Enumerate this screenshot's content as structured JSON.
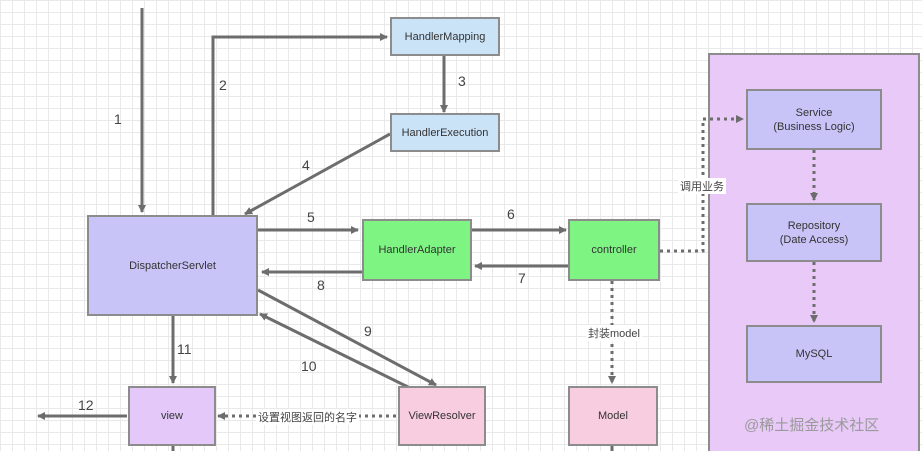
{
  "colors": {
    "blue_box": "#cbe3f7",
    "purple_box": "#c8c4f7",
    "green_box": "#7ef483",
    "lilac_box": "#e3c8f9",
    "pink_box": "#f9cde0",
    "container": "#e8c9f8",
    "arrow": "#6d6d6d"
  },
  "nodes": {
    "handler_mapping": "HandlerMapping",
    "handler_execution": "HandlerExecution",
    "dispatcher_servlet": "DispatcherServlet",
    "handler_adapter": "HandlerAdapter",
    "controller": "controller",
    "view_resolver": "ViewResolver",
    "view": "view",
    "model": "Model",
    "service": [
      "Service",
      "(Business Logic)"
    ],
    "repository": [
      "Repository",
      "(Date Access)"
    ],
    "mysql": "MySQL"
  },
  "step_labels": [
    "1",
    "2",
    "3",
    "4",
    "5",
    "6",
    "7",
    "8",
    "9",
    "10",
    "11",
    "12"
  ],
  "connector_labels": {
    "call_business": "调用业务",
    "wrap_model": "封装model",
    "set_view_name": "设置视图返回的名字"
  },
  "watermark": "@稀土掘金技术社区"
}
